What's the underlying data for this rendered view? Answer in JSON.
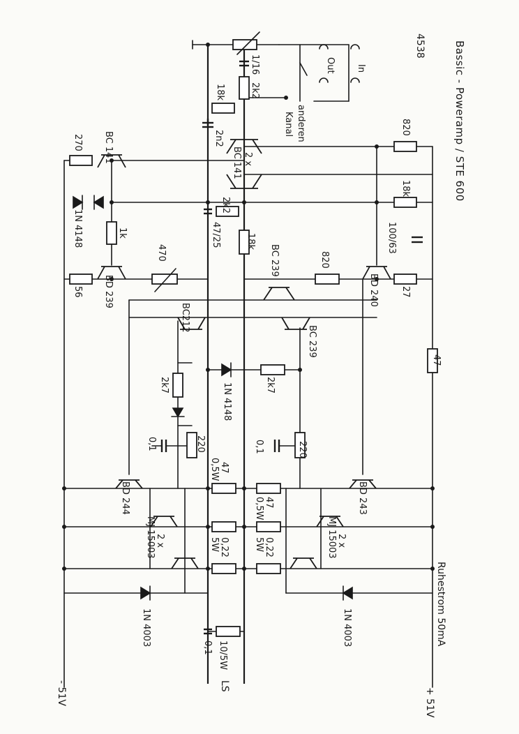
{
  "sheet_number": "4538",
  "title": "Bassic - Poweramp / STE 600",
  "labels": {
    "in": "In",
    "out": "Out",
    "other_channel_1": "anderen",
    "other_channel_2": "Kanal",
    "pos_supply": "+ 51V",
    "neg_supply": "- 51V",
    "speaker": "LS",
    "quiescent": "Ruhestrom  50mA"
  },
  "components": {
    "r_820_top": "820",
    "r_18k_top": "18k",
    "c_100_63": "100/63",
    "r_820_mid": "820",
    "r_27": "27",
    "r_47_right": "47",
    "d_1n4003_right": "1N 4003",
    "d_1n4003_left": "1N 4003",
    "c_0_1_out": "0,1",
    "r_10_5w": "10/5W",
    "r_0_22_left": "0,22",
    "r_5w_left": "5W",
    "r_0_22_right": "0,22",
    "r_5w_right": "5W",
    "r_47_left": "47",
    "r_0_5w_left": "0,5W",
    "r_47_right_mid": "47",
    "r_0_5w_right": "0,5W",
    "q_mj15003_left_a": "2 x",
    "q_mj15003_left_b": "MJ 15003",
    "q_mj15003_right_a": "2 x",
    "q_mj15003_right_b": "MJ 15003",
    "q_bd244": "BD 244",
    "q_bd243": "BD 243",
    "r_220_left": "220",
    "c_0_1_left": "0,1",
    "r_2k7_left": "2k7",
    "d_1n4148_mid": "1N 4148",
    "r_2k7_mid": "2k7",
    "r_220_right": "220",
    "c_0_1_right": "0,1",
    "q_bc212": "BC212",
    "q_bc239_mid": "BC 239",
    "q_bc239_top": "BC 239",
    "q_bd240": "BD 240",
    "q_bd239": "BD 239",
    "r_56": "56",
    "r_470": "470",
    "r_1k": "1k",
    "d_1n4148_top": "1N 4148",
    "r_270": "270",
    "q_bc141_single": "BC 141",
    "q_bc141_pair_a": "2 x",
    "q_bc141_pair_b": "BC 141",
    "c_47_25": "47/25",
    "r_2k2_top": "2k2",
    "r_18k_mid": "18k",
    "r_18k_feedback": "18k",
    "r_2k2": "2k2",
    "c_2n2": "2n2",
    "c_1_16": "1/16"
  }
}
